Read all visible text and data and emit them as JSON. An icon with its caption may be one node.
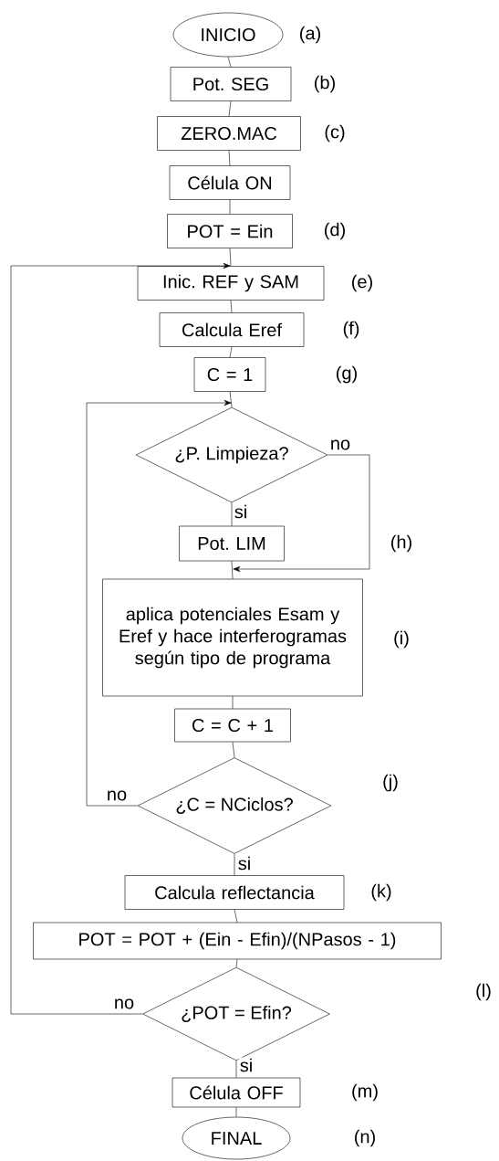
{
  "diagram": {
    "nodes": [
      {
        "text": [
          "INICIO"
        ],
        "beside": [
          "(a)"
        ]
      },
      {
        "text": [
          "Pot. SEG"
        ],
        "beside": [
          "(b)"
        ]
      },
      {
        "text": [
          "ZERO.MAC"
        ],
        "beside": [
          "(c)"
        ]
      },
      {
        "text": [
          "Célula ON"
        ]
      },
      {
        "text": [
          "POT = Ein"
        ],
        "beside": [
          "(d)"
        ]
      },
      {
        "text": [
          "Inic. REF y SAM"
        ],
        "beside": [
          "(e)"
        ]
      },
      {
        "text": [
          "Calcula Eref"
        ],
        "beside": [
          "(f)"
        ]
      },
      {
        "text": [
          "C = 1"
        ]
      },
      {
        "text": [
          "¿P. Limpieza?"
        ]
      },
      {
        "text": [
          "Pot. LIM"
        ]
      },
      {
        "text": [
          "aplica potenciales Esam y Eref y hace interferogramas según tipo de programa"
        ],
        "beside": [
          "(i)"
        ]
      },
      {
        "text": [
          "C = C + 1"
        ]
      },
      {
        "text": [
          "¿C = NCiclos?"
        ]
      },
      {
        "text": [
          "Calcula reflectancia"
        ],
        "beside": [
          "(k)"
        ]
      },
      {
        "text": [
          "POT = POT + (Ein - Efin)/(NPasos - 1)"
        ]
      },
      {
        "text": [
          "¿POT = Efin?"
        ]
      },
      {
        "text": [
          "Célula OFF"
        ]
      },
      {
        "text": [
          "FINAL"
        ]
      }
    ],
    "edges": [
      {
        "from": 0,
        "to": 1,
        "arrow": "none"
      },
      {
        "from": 1,
        "to": 2,
        "arrow": "none"
      },
      {
        "from": 2,
        "to": 3,
        "arrow": "none"
      },
      {
        "from": 3,
        "to": 4,
        "arrow": "none"
      },
      {
        "from": 4,
        "to": 5,
        "arrow": "none"
      },
      {
        "from": 5,
        "to": 6,
        "arrow": "none"
      },
      {
        "from": 6,
        "to": 7,
        "arrow": "none"
      },
      {
        "from": 7,
        "to": 8,
        "arrow": "none"
      },
      {
        "from": 8,
        "to": 9,
        "arrow": "none",
        "label": "si"
      },
      {
        "from": 8,
        "to": 10,
        "arrow": "to",
        "label": "no"
      },
      {
        "from": 9,
        "to": 10,
        "arrow": "none"
      },
      {
        "from": 10,
        "to": 11,
        "arrow": "none"
      },
      {
        "from": 11,
        "to": 12,
        "arrow": "none"
      },
      {
        "from": 12,
        "to": 8,
        "arrow": "to",
        "label": "no"
      },
      {
        "from": 12,
        "to": 13,
        "arrow": "none",
        "label": "si"
      },
      {
        "from": 13,
        "to": 14,
        "arrow": "none"
      },
      {
        "from": 14,
        "to": 15,
        "arrow": "none"
      },
      {
        "from": 15,
        "to": 5,
        "arrow": "to",
        "label": "no"
      },
      {
        "from": 15,
        "to": 16,
        "arrow": "none",
        "label": "si"
      },
      {
        "from": 16,
        "to": 17,
        "arrow": "none"
      }
    ],
    "labels": [
      "(g)",
      "(h)",
      "(j)",
      "(l)",
      "(m)",
      "(n)"
    ]
  }
}
